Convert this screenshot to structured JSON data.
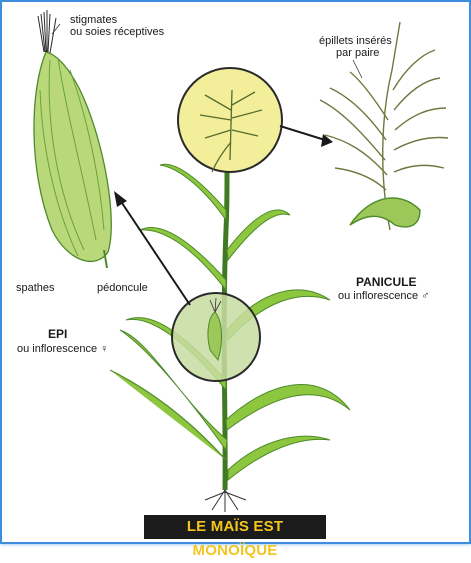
{
  "labels": {
    "stigmates": "stigmates",
    "soies": "ou soies réceptives",
    "epillets": "épillets insérés",
    "paire": "par paire",
    "spathes": "spathes",
    "pedoncule": "pédoncule",
    "epi": "EPI",
    "epi_sub": "ou inflorescence ♀",
    "panicule": "PANICULE",
    "panicule_sub": "ou inflorescence ♂"
  },
  "banner": "LE MAÏS EST MONOÏQUE",
  "colors": {
    "frame": "#3d8ede",
    "leaf": "#8dc63f",
    "leaf_dark": "#4e8a2a",
    "tassel_circle": "#f3ee9a",
    "ear_circle": "#c7dca0",
    "banner_bg": "#1b1b1b",
    "banner_text": "#f2c61f"
  }
}
